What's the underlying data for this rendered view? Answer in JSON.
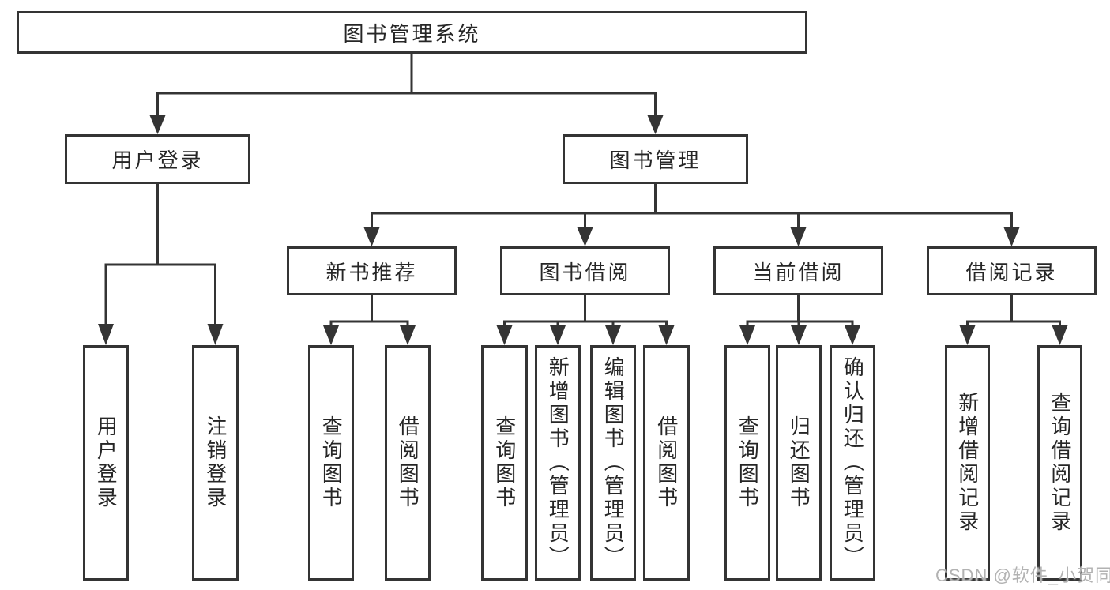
{
  "root": {
    "label": "图书管理系统"
  },
  "level2": [
    {
      "label": "用户登录"
    },
    {
      "label": "图书管理"
    }
  ],
  "level3": [
    {
      "label": "新书推荐",
      "parent": "图书管理"
    },
    {
      "label": "图书借阅",
      "parent": "图书管理"
    },
    {
      "label": "当前借阅",
      "parent": "图书管理"
    },
    {
      "label": "借阅记录",
      "parent": "图书管理"
    }
  ],
  "leaves": [
    {
      "label": "用户登录",
      "parent": "用户登录"
    },
    {
      "label": "注销登录",
      "parent": "用户登录"
    },
    {
      "label": "查询图书",
      "parent": "新书推荐"
    },
    {
      "label": "借阅图书",
      "parent": "新书推荐"
    },
    {
      "label": "查询图书",
      "parent": "图书借阅"
    },
    {
      "label": "新增图书（管理员）",
      "parent": "图书借阅"
    },
    {
      "label": "编辑图书（管理员）",
      "parent": "图书借阅"
    },
    {
      "label": "借阅图书",
      "parent": "图书借阅"
    },
    {
      "label": "查询图书",
      "parent": "当前借阅"
    },
    {
      "label": "归还图书",
      "parent": "当前借阅"
    },
    {
      "label": "确认归还（管理员）",
      "parent": "当前借阅"
    },
    {
      "label": "新增借阅记录",
      "parent": "借阅记录"
    },
    {
      "label": "查询借阅记录",
      "parent": "借阅记录"
    }
  ],
  "watermark": {
    "text": "CSDN @软件_小贺同学"
  },
  "colors": {
    "line": "#343434",
    "text": "#262626",
    "watermark": "#b2b2b2",
    "background": "#ffffff"
  }
}
